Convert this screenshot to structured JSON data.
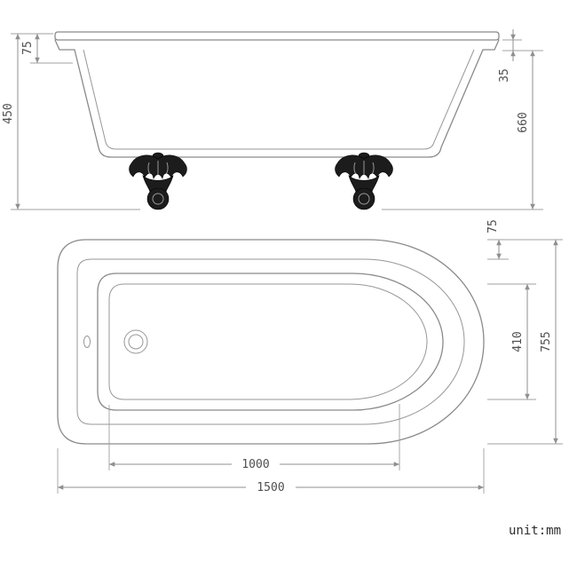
{
  "unit_label": "unit:mm",
  "colors": {
    "line": "#8a8a8a",
    "dimension": "#8f8f8f",
    "text": "#4f4f4f",
    "feet": "#1c1c1c",
    "background": "#ffffff"
  },
  "side_view": {
    "dimensions": {
      "rim_height": "75",
      "body_height": "450",
      "lip_height": "35",
      "overall_height": "660"
    }
  },
  "plan_view": {
    "dimensions": {
      "rim_width": "75",
      "inner_width": "410",
      "overall_width": "755",
      "inner_length": "1000",
      "overall_length": "1500"
    }
  }
}
